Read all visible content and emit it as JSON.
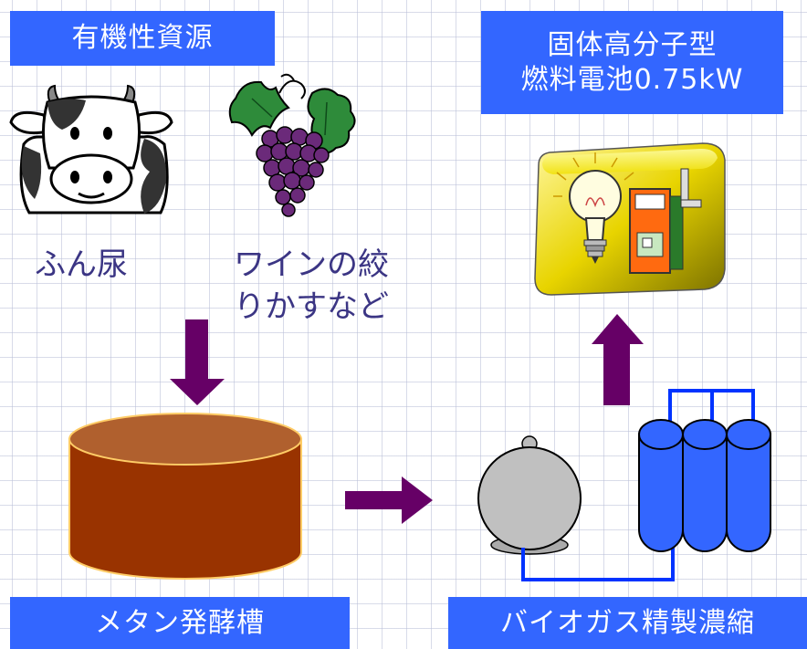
{
  "labels": {
    "organic_resources": "有機性資源",
    "fuel_cell_line1": "固体高分子型",
    "fuel_cell_line2": "燃料電池0.75kW",
    "methane_fermenter": "メタン発酵槽",
    "biogas_refining": "バイオガス精製濃縮"
  },
  "captions": {
    "manure": "ふん尿",
    "grape_line1": "ワインの絞",
    "grape_line2": "りかすなど"
  },
  "colors": {
    "label_bg": "#3366ff",
    "arrow": "#660066",
    "tank": "#993300",
    "pipe": "#0033ff",
    "cylinder": "#3366ff"
  }
}
